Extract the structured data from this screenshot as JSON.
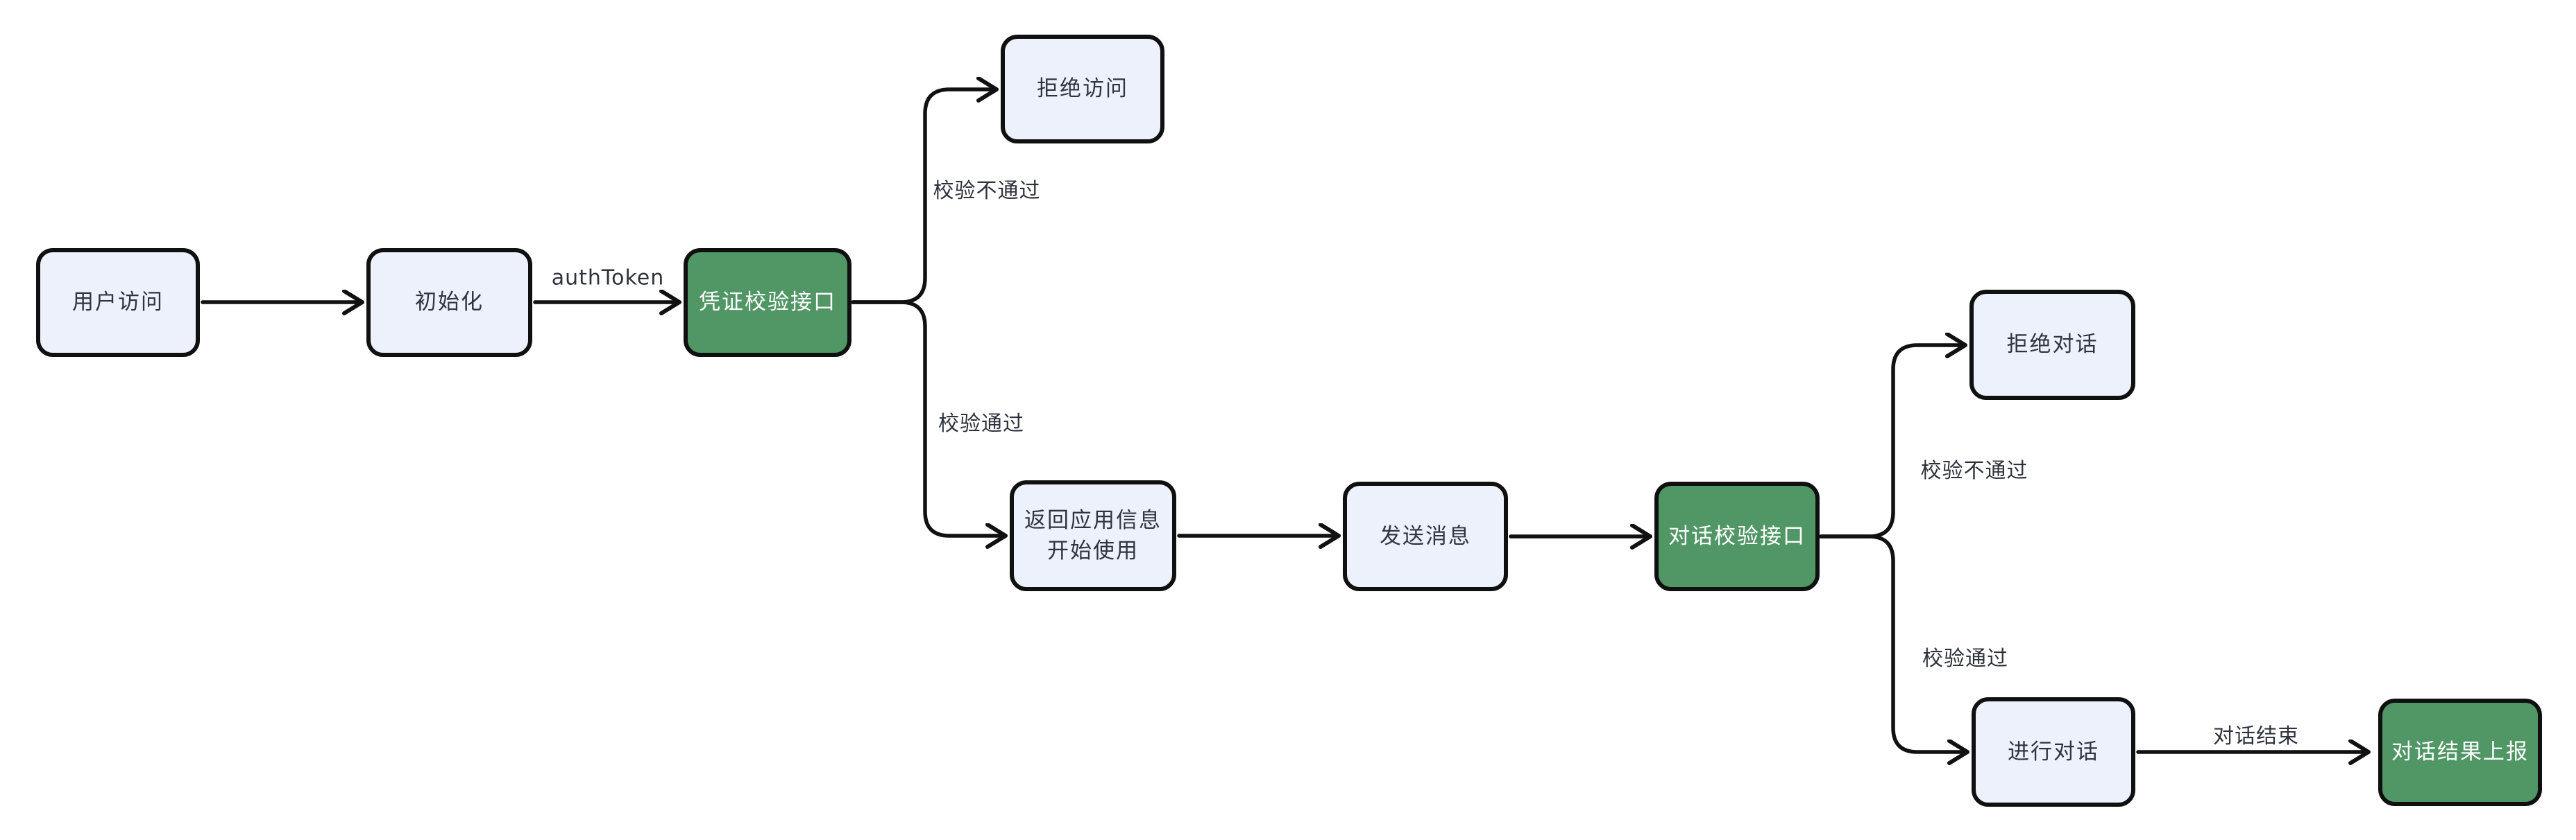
{
  "diagram": {
    "type": "flowchart",
    "colors": {
      "background": "#ffffff",
      "node_fill": "#edf1fb",
      "node_border": "#101010",
      "accent_node_fill": "#519766",
      "accent_node_text": "#ffffff",
      "node_text": "#30343f",
      "edge_stroke": "#111111",
      "edge_label_text": "#2e323c"
    },
    "nodes": [
      {
        "id": "user-access",
        "label": "用户访问",
        "variant": "light"
      },
      {
        "id": "init",
        "label": "初始化",
        "variant": "light"
      },
      {
        "id": "credential-check-api",
        "label": "凭证校验接口",
        "variant": "green"
      },
      {
        "id": "deny-access",
        "label": "拒绝访问",
        "variant": "light"
      },
      {
        "id": "return-app-info",
        "label": "返回应用信息\n开始使用",
        "variant": "light"
      },
      {
        "id": "send-message",
        "label": "发送消息",
        "variant": "light"
      },
      {
        "id": "dialog-check-api",
        "label": "对话校验接口",
        "variant": "green"
      },
      {
        "id": "deny-dialog",
        "label": "拒绝对话",
        "variant": "light"
      },
      {
        "id": "conduct-dialog",
        "label": "进行对话",
        "variant": "light"
      },
      {
        "id": "report-dialog-result",
        "label": "对话结果上报",
        "variant": "green"
      }
    ],
    "edge_labels": [
      {
        "id": "auth-token",
        "text": "authToken"
      },
      {
        "id": "check-fail-1",
        "text": "校验不通过"
      },
      {
        "id": "check-pass-1",
        "text": "校验通过"
      },
      {
        "id": "check-fail-2",
        "text": "校验不通过"
      },
      {
        "id": "check-pass-2",
        "text": "校验通过"
      },
      {
        "id": "dialog-end",
        "text": "对话结束"
      }
    ]
  }
}
